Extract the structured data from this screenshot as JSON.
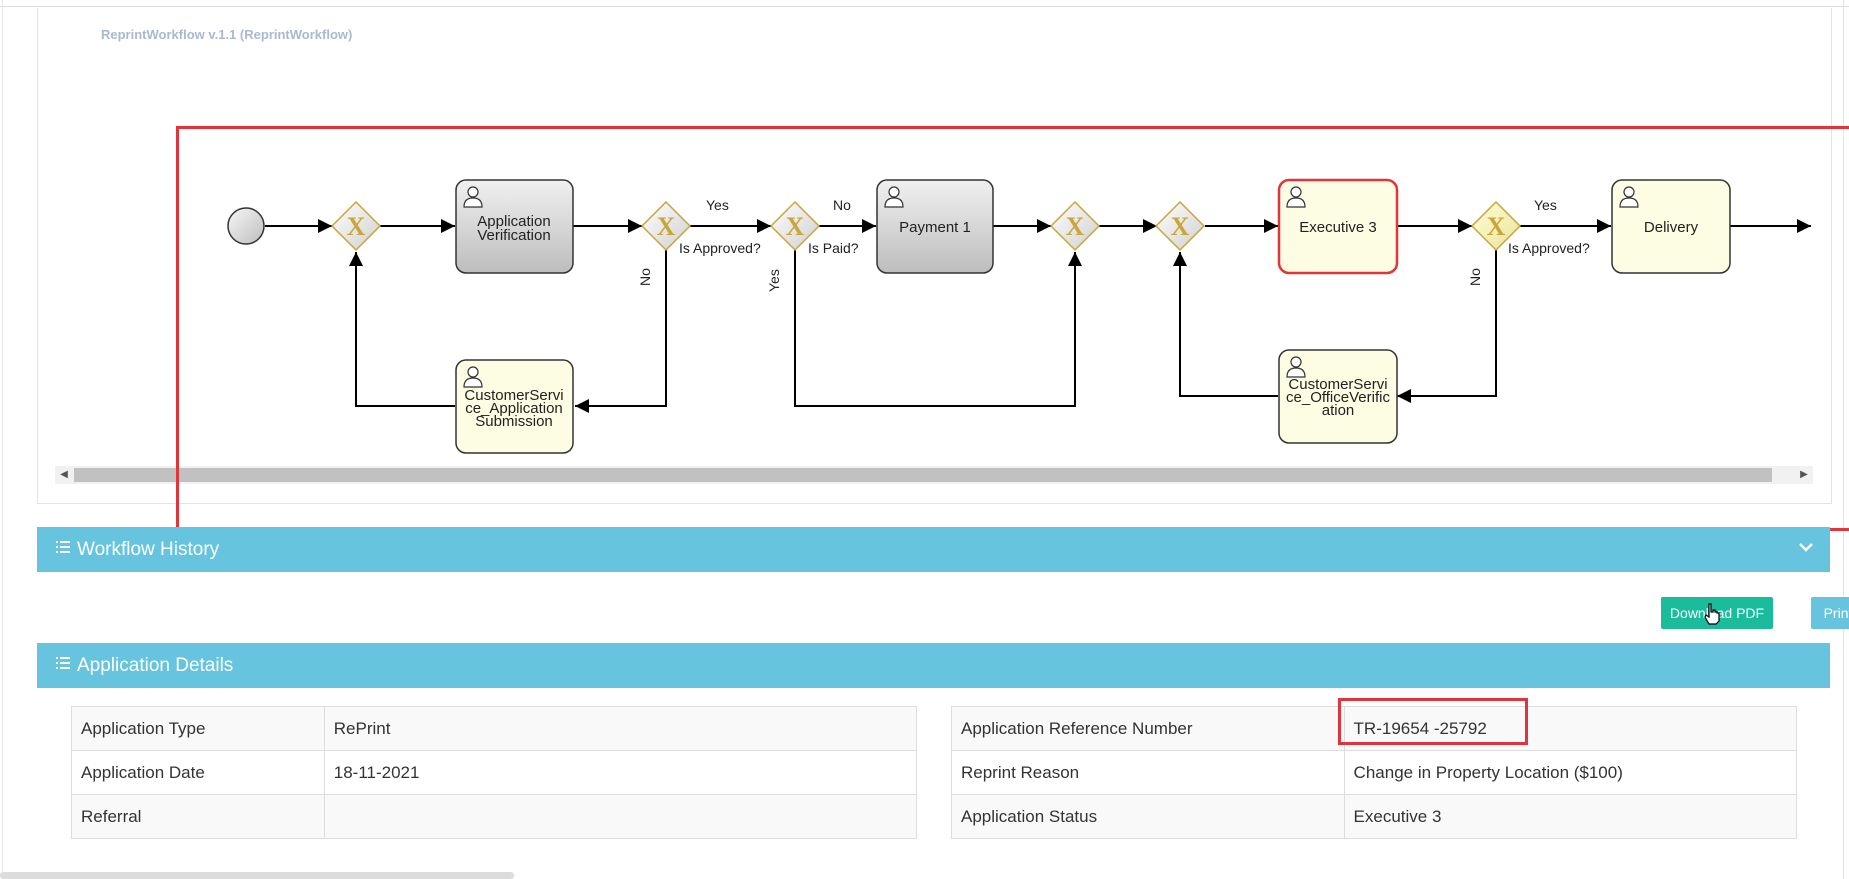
{
  "workflow": {
    "title": "ReprintWorkflow v.1.1 (ReprintWorkflow)",
    "tasks": {
      "application_verification": [
        "Application",
        "Verification"
      ],
      "payment": "Payment 1",
      "executive": "Executive 3",
      "delivery": "Delivery",
      "cs_application_submission": [
        "CustomerServi",
        "ce_Application",
        "Submission"
      ],
      "cs_office_verification": [
        "CustomerServi",
        "ce_OfficeVerific",
        "ation"
      ]
    },
    "edge_labels": {
      "approved1_yes": "Yes",
      "approved1_no": "No",
      "approved1_q": "Is Approved?",
      "paid_no": "No",
      "paid_yes": "Yes",
      "paid_q": "Is Paid?",
      "approved2_yes": "Yes",
      "approved2_no": "No",
      "approved2_q": "Is Approved?"
    },
    "gateway_symbol": "X",
    "colors": {
      "active_border": "#e0353b",
      "pending_fill": "#fdfde4",
      "completed_fill": "#d4d4d4",
      "gateway": "#c9a53a"
    }
  },
  "workflow_history": {
    "title": "Workflow History"
  },
  "actions": {
    "download_pdf": "Download PDF",
    "print": "Print"
  },
  "application_details": {
    "title": "Application Details",
    "left_rows": [
      {
        "label": "Application Type",
        "value": "RePrint"
      },
      {
        "label": "Application Date",
        "value": "18-11-2021"
      },
      {
        "label": "Referral",
        "value": ""
      }
    ],
    "right_rows": [
      {
        "label": "Application Reference Number",
        "value": "TR-19654 -25792"
      },
      {
        "label": "Reprint Reason",
        "value": "Change in Property Location ($100)"
      },
      {
        "label": "Application Status",
        "value": "Executive 3"
      }
    ]
  }
}
